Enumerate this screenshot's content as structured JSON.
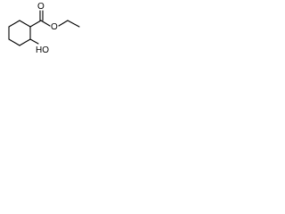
{
  "molecule": {
    "atoms": {
      "carbonyl_oxygen": "O",
      "ester_oxygen": "O",
      "hydroxyl": "HO"
    },
    "colors": {
      "bond": "#000000",
      "text": "#000000",
      "background": "#ffffff"
    }
  }
}
